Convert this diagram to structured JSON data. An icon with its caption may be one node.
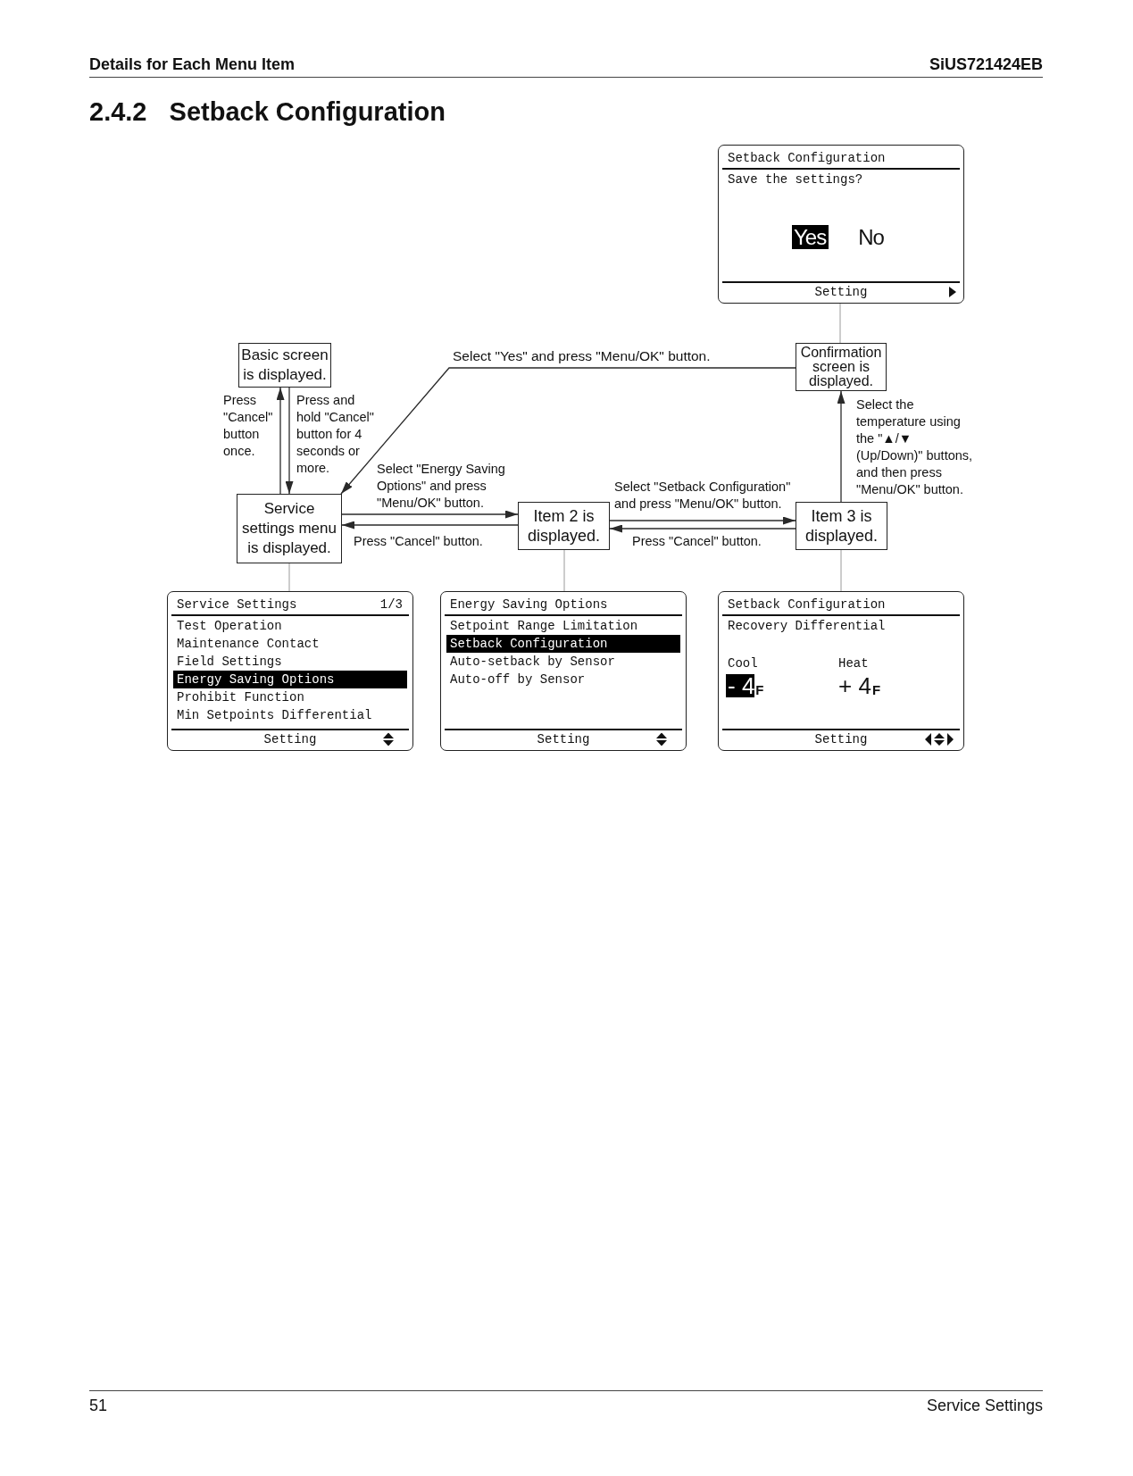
{
  "diagram": {
    "title": "2.4.2 Setback Configuration",
    "nodes": [
      {
        "text": [
          "Setback Configuration",
          "Save the settings?",
          "Yes",
          "No",
          "Setting"
        ]
      },
      {
        "text": [
          "Basic screen is displayed."
        ]
      },
      {
        "text": [
          "Confirmation screen is displayed."
        ]
      },
      {
        "text": [
          "Service settings menu is displayed."
        ]
      },
      {
        "text": [
          "Item 2 is displayed."
        ]
      },
      {
        "text": [
          "Item 3 is displayed."
        ]
      },
      {
        "text": [
          "Service Settings",
          "1/3",
          "Test Operation",
          "Maintenance Contact",
          "Field Settings",
          "Energy Saving Options",
          "Prohibit Function",
          "Min Setpoints Differential",
          "Setting"
        ]
      },
      {
        "text": [
          "Energy Saving Options",
          "Setpoint Range Limitation",
          "Setback Configuration",
          "Auto-setback by Sensor",
          "Auto-off by Sensor",
          "Setting"
        ]
      },
      {
        "text": [
          "Setback Configuration",
          "Recovery Differential",
          "Cool",
          "Heat",
          "- 4$_{F}$",
          "+ 4$_{F}$",
          "Setting"
        ]
      }
    ],
    "edges": [
      {
        "from": 3,
        "to": 1,
        "arrow": "to",
        "label": "Press \"Cancel\" button once."
      },
      {
        "from": 1,
        "to": 3,
        "arrow": "to",
        "label": "Press and hold \"Cancel\" button for 4 seconds or more."
      },
      {
        "from": 2,
        "to": 3,
        "arrow": "to",
        "label": "Select \"Yes\" and press \"Menu/OK\" button."
      },
      {
        "from": 3,
        "to": 4,
        "arrow": "to",
        "label": "Select \"Energy Saving Options\" and press \"Menu/OK\" button."
      },
      {
        "from": 4,
        "to": 3,
        "arrow": "to",
        "label": "Press \"Cancel\" button."
      },
      {
        "from": 4,
        "to": 5,
        "arrow": "to",
        "label": "Select \"Setback Configuration\" and press \"Menu/OK\" button."
      },
      {
        "from": 5,
        "to": 4,
        "arrow": "to",
        "label": "Press \"Cancel\" button."
      },
      {
        "from": 5,
        "to": 2,
        "arrow": "to",
        "label": "Select the temperature using the \"▲/▼ (Up/Down)\" buttons, and then press \"Menu/OK\" button."
      },
      {
        "from": 2,
        "to": 0,
        "arrow": "none",
        "color": "#9a9a9a"
      },
      {
        "from": 3,
        "to": 6,
        "arrow": "none",
        "color": "#9a9a9a"
      },
      {
        "from": 4,
        "to": 7,
        "arrow": "none",
        "color": "#9a9a9a"
      },
      {
        "from": 5,
        "to": 8,
        "arrow": "none",
        "color": "#9a9a9a"
      }
    ],
    "labels": [
      "Details for Each Menu Item",
      "SiUS721424EB",
      "51",
      "Service Settings"
    ]
  }
}
